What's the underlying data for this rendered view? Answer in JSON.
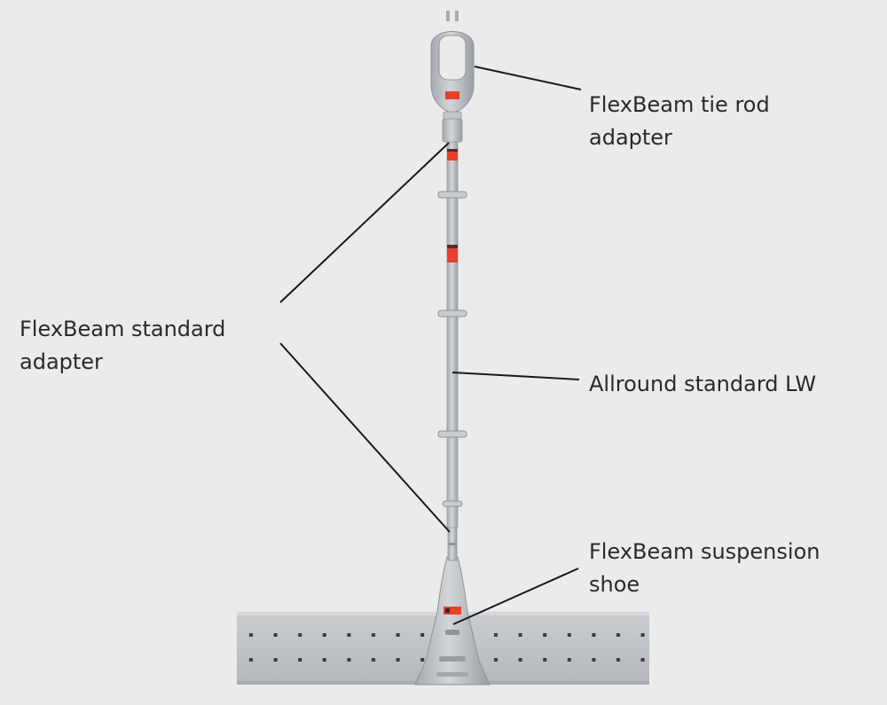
{
  "diagram": {
    "labels": {
      "tie_rod_adapter": {
        "line1": "FlexBeam tie rod",
        "line2": "adapter"
      },
      "standard_adapter": {
        "line1": "FlexBeam standard",
        "line2": "adapter"
      },
      "allround_standard": {
        "line1": "Allround standard LW"
      },
      "suspension_shoe": {
        "line1": "FlexBeam suspension",
        "line2": "shoe"
      }
    },
    "colors": {
      "background": "#ebebeb",
      "steel": "#b9bcc0",
      "steel_dark": "#8f9398",
      "marking": "#e5412c",
      "leader_line": "#1a1a1a",
      "text": "#2a2a2a"
    }
  }
}
